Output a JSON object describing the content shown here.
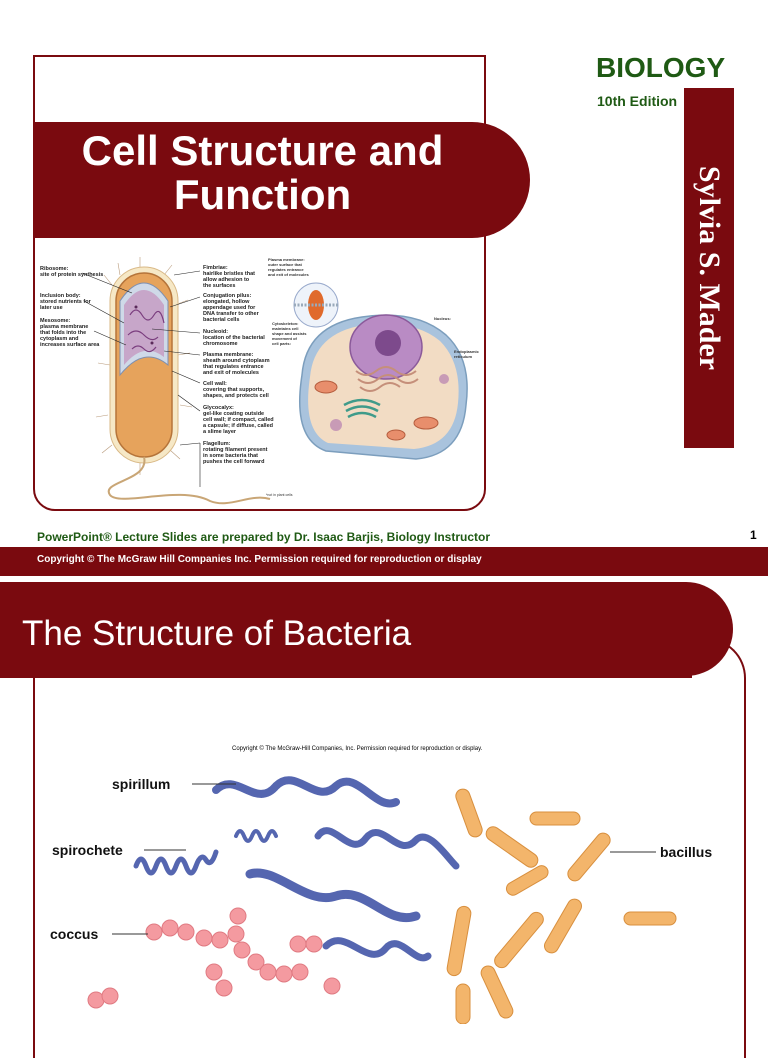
{
  "slide1": {
    "title_line1": "Cell Structure and",
    "title_line2": "Function",
    "book_title": "BIOLOGY",
    "edition": "10th Edition",
    "author": "Sylvia S. Mader",
    "ppt_credit": "PowerPoint® Lecture Slides are prepared by Dr. Isaac Barjis, Biology Instructor",
    "slide_number": "1",
    "copyright": "Copyright © The McGraw Hill Companies Inc. Permission required for reproduction or display",
    "bacterium_left_labels": [
      "Ribosome:",
      "site of protein synthesis",
      "Inclusion body:",
      "stored nutrients for",
      "later use",
      "Mesosome:",
      "plasma membrane",
      "that folds into the",
      "cytoplasm and",
      "increases surface area"
    ],
    "bacterium_right_labels": [
      "Fimbriae:",
      "hairlike bristles that",
      "allow adhesion to",
      "the surfaces",
      "Conjugation pilus:",
      "elongated, hollow",
      "appendage used for",
      "DNA transfer to other",
      "bacterial cells",
      "Nucleoid:",
      "location of the bacterial",
      "chromosome",
      "Plasma membrane:",
      "sheath around cytoplasm",
      "that regulates entrance",
      "and exit of molecules",
      "Cell wall:",
      "covering that supports,",
      "shapes, and protects cell",
      "Glycocalyx:",
      "gel-like coating outside",
      "cell wall; if compact, called",
      "a capsule; if diffuse, called",
      "a slime layer",
      "Flagellum:",
      "rotating filament present",
      "in some bacteria that",
      "pushes the cell forward"
    ],
    "eukaryote_labels": {
      "plasma": [
        "Plasma membrane:",
        "outer surface that",
        "regulates entrance",
        "and exit of molecules"
      ],
      "cyto": [
        "Cytoskeleton:",
        "maintains cell",
        "shape and assists",
        "movement of",
        "cell parts:"
      ],
      "nucleus": "Nucleus:",
      "er": [
        "Endoplasmic",
        "reticulum"
      ],
      "footnote": "*not in plant cells"
    }
  },
  "slide2": {
    "title": "The Structure of Bacteria",
    "figure_copyright": "Copyright © The McGraw-Hill Companies, Inc. Permission required for reproduction or display.",
    "labels": {
      "spirillum": "spirillum",
      "spirochete": "spirochete",
      "coccus": "coccus",
      "bacillus": "bacillus"
    }
  },
  "colors": {
    "maroon": "#7a0a0f",
    "green_text": "#1f5a14",
    "spiral_blue": "#5566b0",
    "coccus_pink": "#f49aa0",
    "bacillus_orange": "#f3b56b"
  }
}
